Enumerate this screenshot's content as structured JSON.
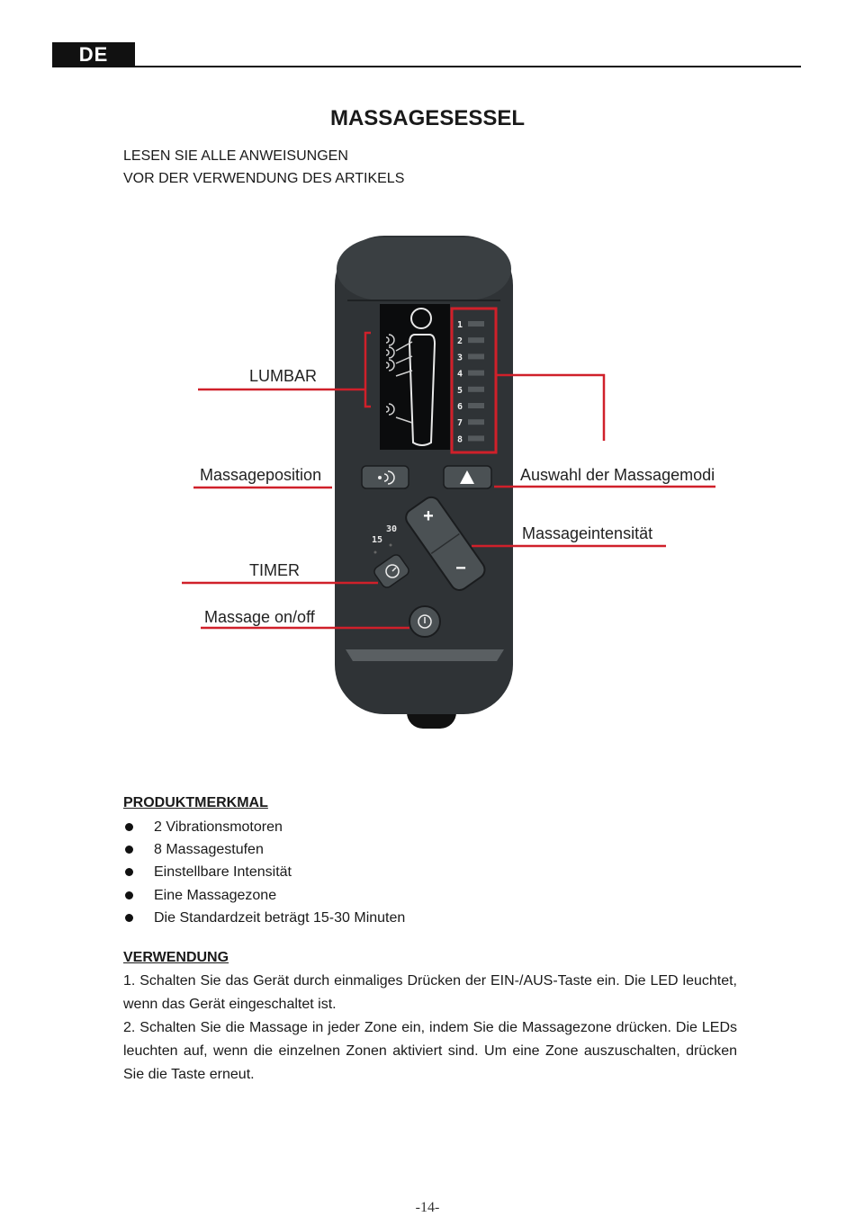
{
  "header": {
    "language_tab": "DE"
  },
  "title": "MASSAGESESSEL",
  "intro": {
    "line1": "LESEN SIE ALLE ANWEISUNGEN",
    "line2": "VOR DER VERWENDUNG DES ARTIKELS"
  },
  "figure": {
    "callouts": {
      "lumbar": "LUMBAR",
      "position": "Massageposition",
      "modes": "Auswahl der Massagemodi",
      "intensity": "Massageintensität",
      "timer": "TIMER",
      "onoff": "Massage on/off"
    },
    "level_numbers": [
      "1",
      "2",
      "3",
      "4",
      "5",
      "6",
      "7",
      "8"
    ],
    "timer_labels": {
      "t15": "15",
      "t30": "30"
    },
    "button_symbols": {
      "plus": "+",
      "minus": "−"
    },
    "callout_color": "#d0202a",
    "remote_color": "#2f3336"
  },
  "features": {
    "heading": "PRODUKTMERKMAL",
    "items": [
      "2 Vibrationsmotoren",
      "8 Massagestufen",
      "Einstellbare Intensität",
      "Eine Massagezone",
      "Die Standardzeit beträgt 15-30 Minuten"
    ]
  },
  "usage": {
    "heading": "VERWENDUNG",
    "steps": [
      "1.  Schalten Sie das Gerät durch einmaliges Drücken der EIN-/AUS-Taste ein. Die LED leuchtet, wenn das Gerät eingeschaltet ist.",
      "2.  Schalten Sie die Massage in jeder Zone ein, indem Sie die Massagezone drücken. Die LEDs leuchten auf, wenn die einzelnen Zonen aktiviert sind. Um eine Zone auszuschalten, drücken Sie die Taste erneut."
    ]
  },
  "page_number": "-14-"
}
